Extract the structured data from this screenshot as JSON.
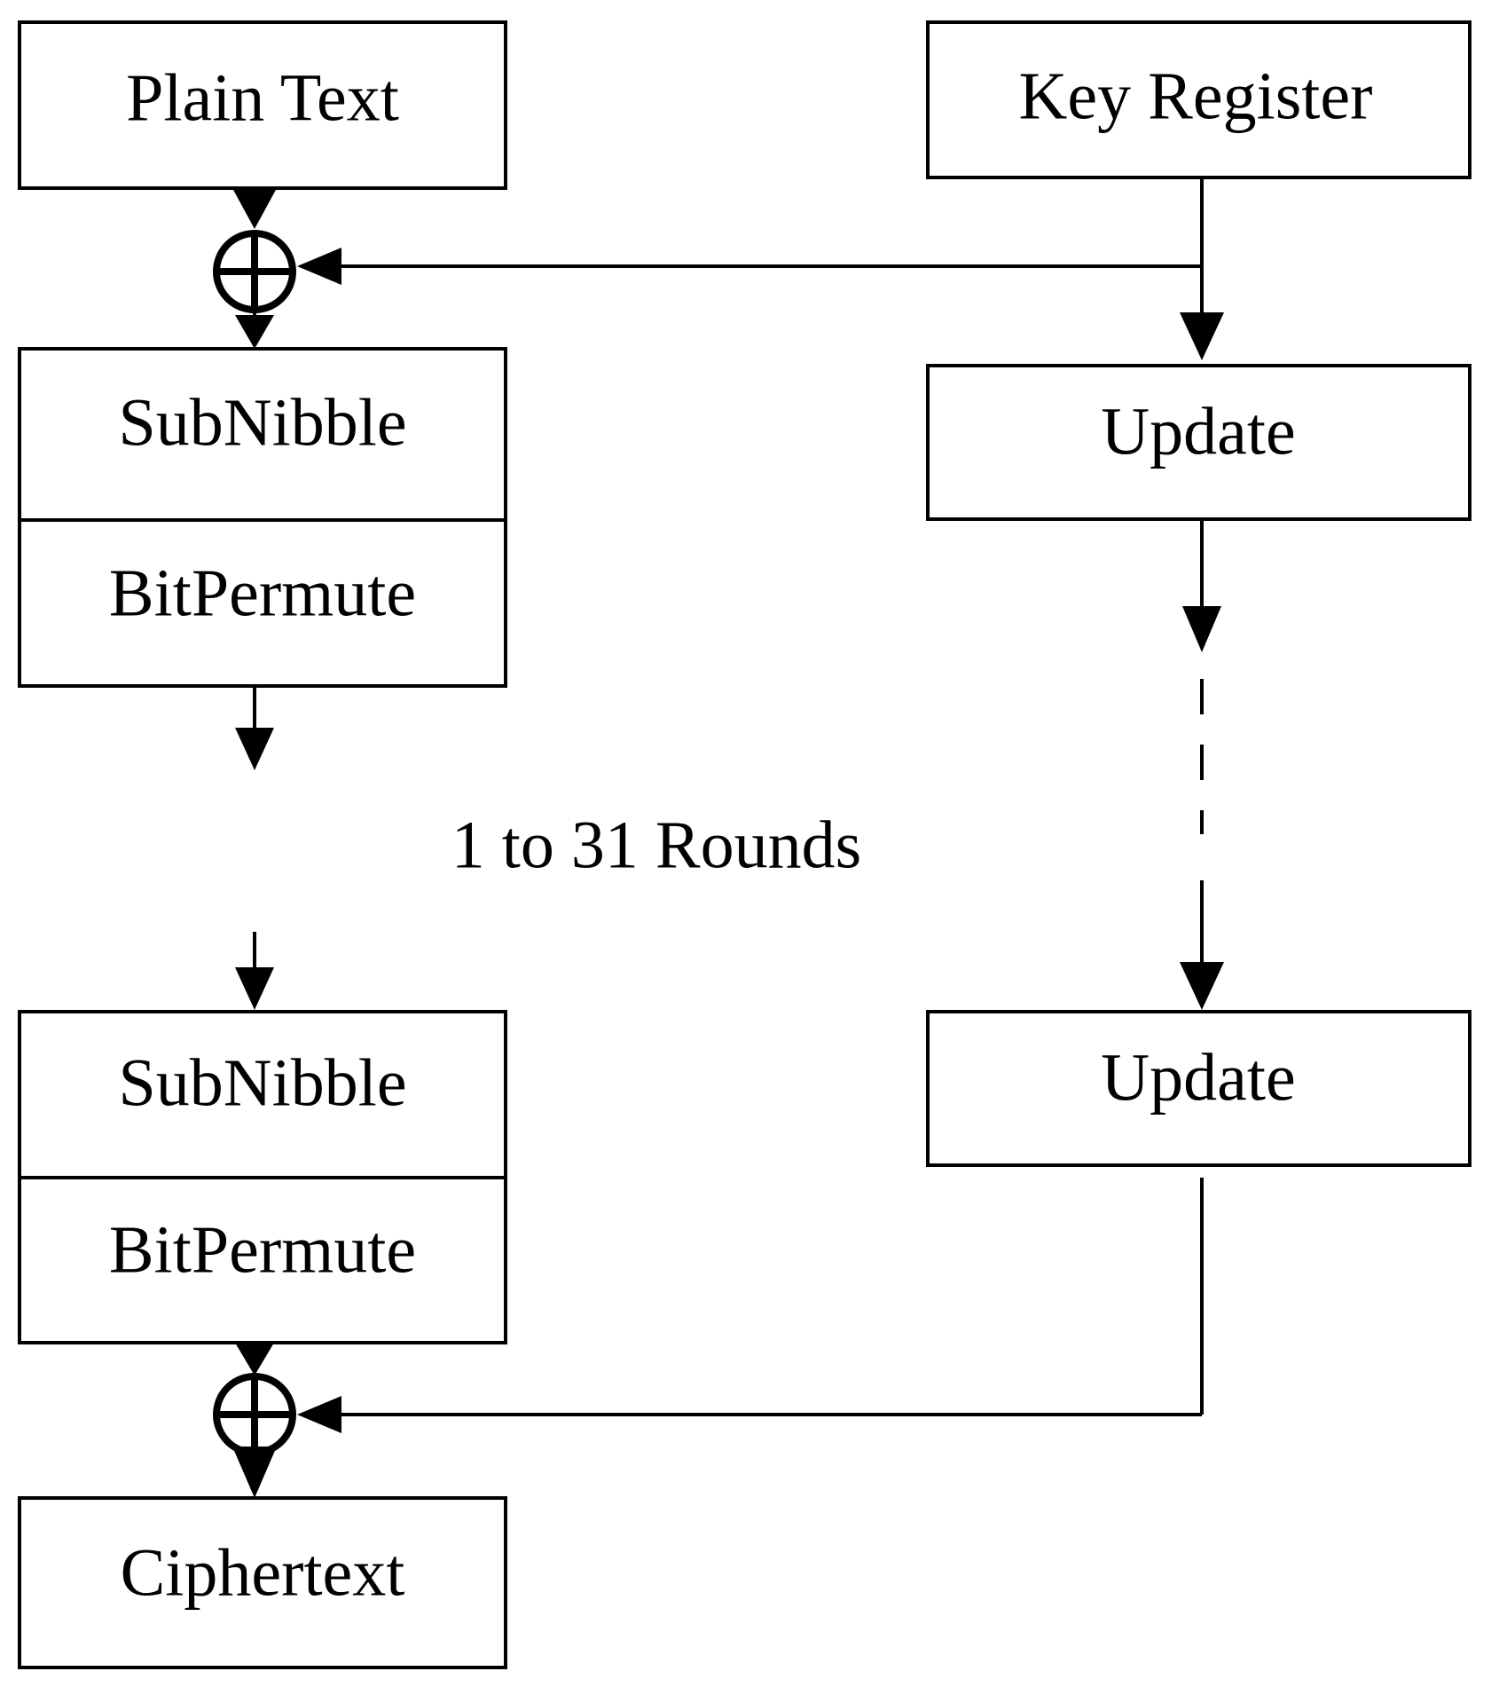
{
  "nodes": {
    "plain_text": "Plain Text",
    "key_register": "Key Register",
    "subnibble_first": "SubNibble",
    "bitpermute_first": "BitPermute",
    "update_first": "Update",
    "rounds_label": "1 to 31 Rounds",
    "subnibble_last": "SubNibble",
    "bitpermute_last": "BitPermute",
    "update_last": "Update",
    "ciphertext": "Ciphertext"
  },
  "operators": {
    "xor_symbol": "xor-icon"
  },
  "colors": {
    "stroke": "#000000",
    "background": "#ffffff"
  }
}
